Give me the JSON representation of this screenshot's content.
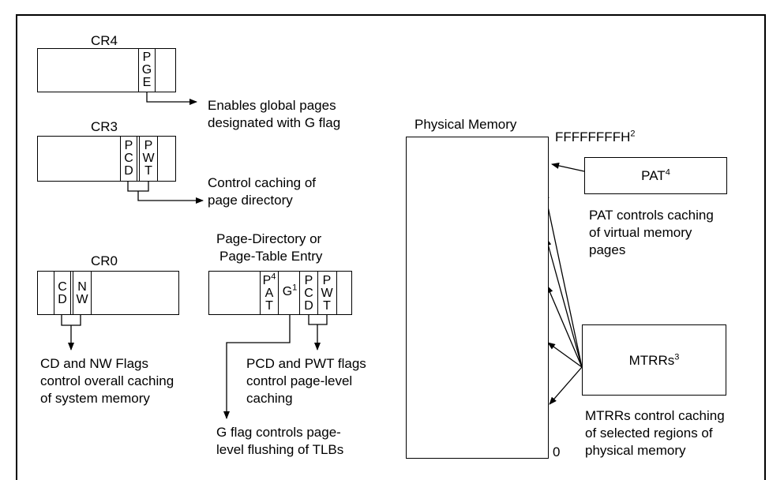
{
  "cr4": {
    "title": "CR4",
    "bits": [
      "P",
      "G",
      "E"
    ],
    "note_line1": "Enables global pages",
    "note_line2": "designated with G flag"
  },
  "cr3": {
    "title": "CR3",
    "pcd": [
      "P",
      "C",
      "D"
    ],
    "pwt": [
      "P",
      "W",
      "T"
    ],
    "note_line1": "Control caching of",
    "note_line2": "page directory"
  },
  "cr0": {
    "title": "CR0",
    "cd": [
      "C",
      "D"
    ],
    "nw": [
      "N",
      "W"
    ],
    "note_line1": "CD and NW Flags",
    "note_line2": "control overall caching",
    "note_line3": "of system memory"
  },
  "pte": {
    "title_line1": "Page-Directory or",
    "title_line2": "Page-Table Entry",
    "pat": [
      "P",
      "A",
      "T"
    ],
    "pat_sup": "4",
    "g": "G",
    "g_sup": "1",
    "pcd": [
      "P",
      "C",
      "D"
    ],
    "pwt": [
      "P",
      "W",
      "T"
    ],
    "pcdpwt_note_line1": "PCD and PWT flags",
    "pcdpwt_note_line2": "control page-level",
    "pcdpwt_note_line3": "caching",
    "g_note_line1": "G flag controls page-",
    "g_note_line2": "level flushing of TLBs"
  },
  "memory": {
    "title": "Physical Memory",
    "top_addr": "FFFFFFFFH",
    "top_addr_sup": "2",
    "bottom_addr": "0"
  },
  "pat_box": {
    "label": "PAT",
    "sup": "4",
    "note_line1": "PAT controls caching",
    "note_line2": "of virtual memory",
    "note_line3": "pages"
  },
  "mtrr_box": {
    "label": "MTRRs",
    "sup": "3",
    "note_line1": "MTRRs control caching",
    "note_line2": "of selected regions of",
    "note_line3": "physical memory"
  }
}
